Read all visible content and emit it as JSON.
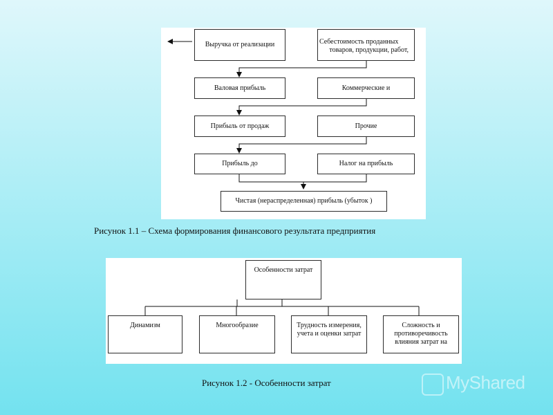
{
  "diagram1": {
    "nodes": {
      "revenue": "Выручка от реализации",
      "cost_line1": "Себестоимость проданных",
      "cost_line2": "товаров, продукции, работ,",
      "gross_profit": "Валовая прибыль",
      "commercial": "Коммерческие и",
      "sales_profit": "Прибыль от продаж",
      "other": "Прочие",
      "profit_before": "Прибыль до",
      "tax": "Налог на прибыль",
      "net_profit": "Чистая (нераспределенная) прибыль (убыток )"
    },
    "caption": "Рисунок 1.1 – Схема формирования финансового результата предприятия"
  },
  "diagram2": {
    "root": "Особенности затрат",
    "children": [
      {
        "line1": "Динамизм",
        "line2": "",
        "line3": ""
      },
      {
        "line1": "Многообразие",
        "line2": "",
        "line3": ""
      },
      {
        "line1": "Трудность измерения,",
        "line2": "учета и оценки затрат",
        "line3": ""
      },
      {
        "line1": "Сложность и",
        "line2": "противоречивость",
        "line3": "влияния затрат на"
      }
    ],
    "caption": "Рисунок 1.2 - Особенности затрат"
  },
  "watermark": "MyShared"
}
